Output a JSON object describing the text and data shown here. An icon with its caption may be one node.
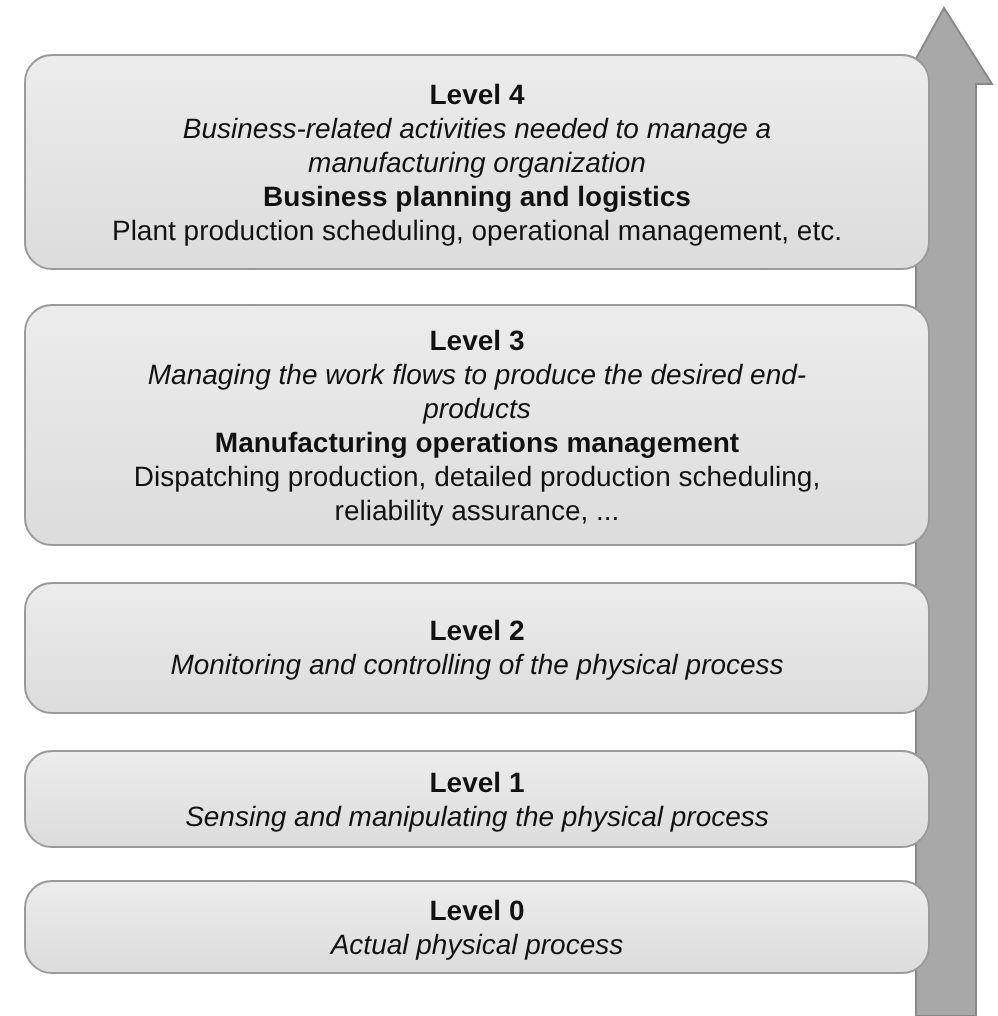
{
  "diagram": {
    "nodes": [
      {
        "text": [
          "Level 4",
          "Business-related activities needed to manage a manufacturing organization",
          "Business planning and logistics",
          "Plant production scheduling, operational management, etc."
        ]
      },
      {
        "text": [
          "Level 3",
          "Managing the work flows to produce the desired end-products",
          "Manufacturing operations management",
          "Dispatching production, detailed production scheduling, reliability assurance, ..."
        ]
      },
      {
        "text": [
          "Level 2",
          "Monitoring and controlling of the physical process"
        ]
      },
      {
        "text": [
          "Level 1",
          "Sensing and manipulating the physical process"
        ]
      },
      {
        "text": [
          "Level 0",
          "Actual physical process"
        ]
      }
    ],
    "edges": []
  }
}
